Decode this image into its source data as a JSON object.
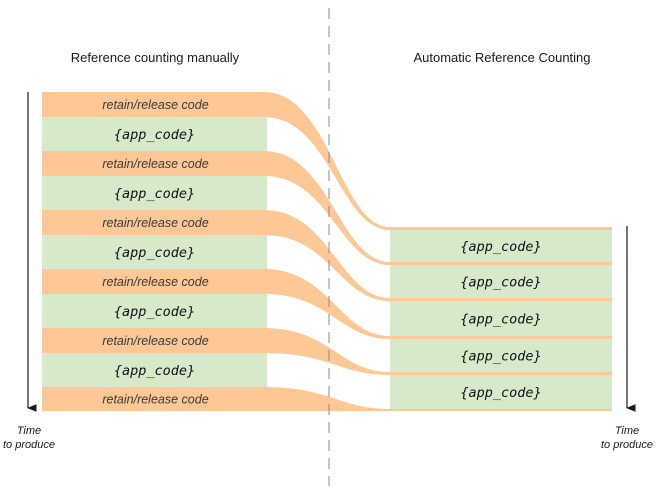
{
  "headings": {
    "left": "Reference counting manually",
    "right": "Automatic Reference Counting"
  },
  "retain_label": "retain/release code",
  "app_label": "{app_code}",
  "time_axis": {
    "line1": "Time",
    "line2": "to produce"
  },
  "colors": {
    "orange": "#FDC895",
    "green": "#D6EACB",
    "divider": "#8a8a8a",
    "arrow": "#1a1a1a"
  }
}
